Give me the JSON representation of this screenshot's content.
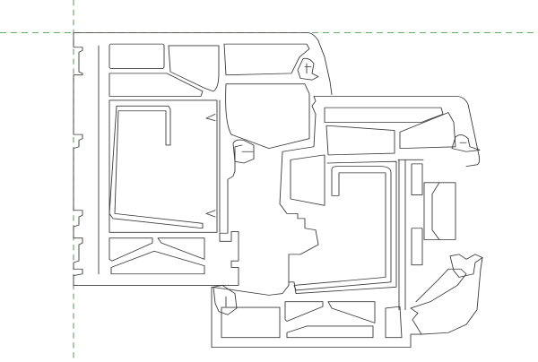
{
  "drawing": {
    "type": "window-profile-cross-section",
    "line_color": "#3a3a3a",
    "guide_color": "#3d8f3d",
    "background": "#ffffff",
    "components": [
      "guide-lines",
      "frame-profile",
      "sash-profile",
      "reinforcement-frame",
      "reinforcement-sash",
      "gaskets",
      "glazing-bead",
      "glass-spacer"
    ]
  }
}
